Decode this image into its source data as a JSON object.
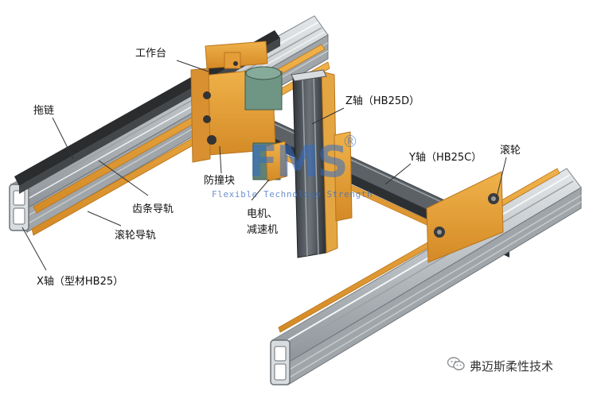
{
  "labels": {
    "worktable": "工作台",
    "tow_chain": "拖链",
    "z_axis": "Z轴（HB25D）",
    "y_axis": "Y轴（HB25C）",
    "roller": "滚轮",
    "bumper": "防撞块",
    "rack_rail": "齿条导轨",
    "motor_1": "电机、",
    "motor_2": "减速机",
    "roller_rail": "滚轮导轨",
    "x_axis": "X轴（型材HB25）"
  },
  "watermark": {
    "logo": "FMS",
    "registered": "®",
    "subtitle": "Flexible Technology Strength"
  },
  "brand": {
    "name": "弗迈斯柔性技术",
    "icon": "wechat-icon"
  },
  "colors": {
    "profile_light": "#c9cdd0",
    "profile_dark": "#8d9397",
    "orange": "#e8a23a",
    "orange_dark": "#b8741c",
    "chain": "#2a2c2e",
    "motor": "#6f9585",
    "watermark": "#3a78c8"
  }
}
